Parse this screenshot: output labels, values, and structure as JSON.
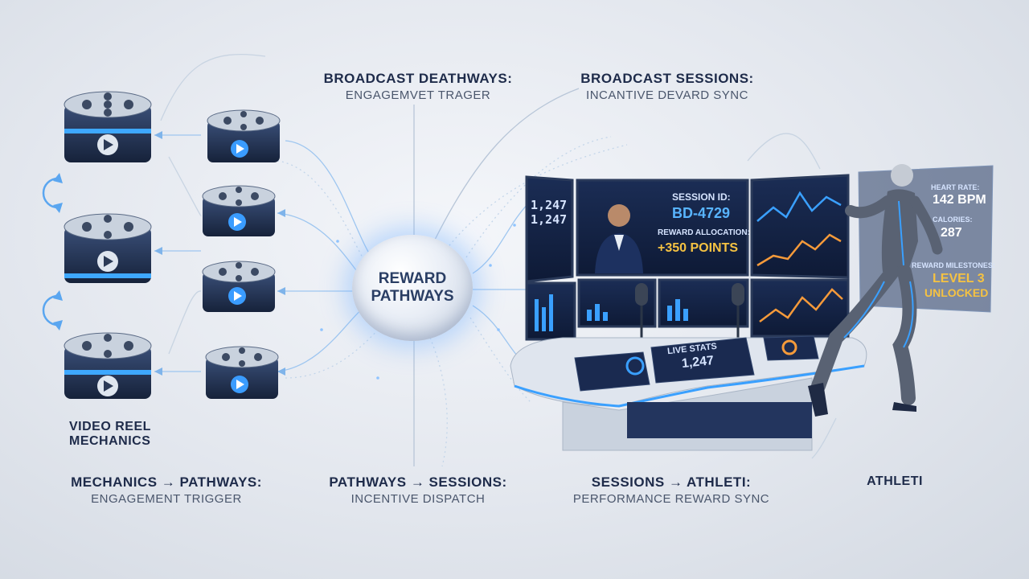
{
  "hub": {
    "line1": "REWARD",
    "line2": "PATHWAYS"
  },
  "top_labels": [
    {
      "title": "BROADCAST DEATHWAYS:",
      "subtitle": "ENGAGEMVET TRAGER"
    },
    {
      "title": "BROADCAST SESSIONS:",
      "subtitle": "INCANTIVE DEVARD SYNC"
    }
  ],
  "bottom_labels": [
    {
      "title": "MECHANICS → PATHWAYS:",
      "subtitle": "ENGAGEMENT TRIGGER"
    },
    {
      "title": "PATHWAYS → SESSIONS:",
      "subtitle": "INCENTIVE DISPATCH"
    },
    {
      "title": "SESSIONS → ATHLETI:",
      "subtitle": "PERFORMANCE REWARD SYNC"
    }
  ],
  "video_reel": {
    "line1": "VIDEO REEL",
    "line2": "MECHANICS"
  },
  "athlete_label": "ATHLETI",
  "session_screen": {
    "session_label": "SESSION ID:",
    "session_id": "BD-4729",
    "reward_label": "REWARD ALLOCATION:",
    "reward_value": "+350 POINTS"
  },
  "left_screen": {
    "stat1": "1,247",
    "stat2": "1,247"
  },
  "desk_tablet": {
    "label": "LIVE STATS",
    "value": "1,247"
  },
  "athlete_panel": {
    "heart_label": "HEART RATE:",
    "heart_value": "142 BPM",
    "calories_label": "CALORIES:",
    "calories_value": "287",
    "milestone_label": "REWARD MILESTONES:",
    "milestone_line1": "LEVEL 3",
    "milestone_line2": "UNLOCKED"
  },
  "colors": {
    "accent": "#3aa0ff",
    "navy": "#1e2b4a",
    "gold": "#f5c242"
  }
}
